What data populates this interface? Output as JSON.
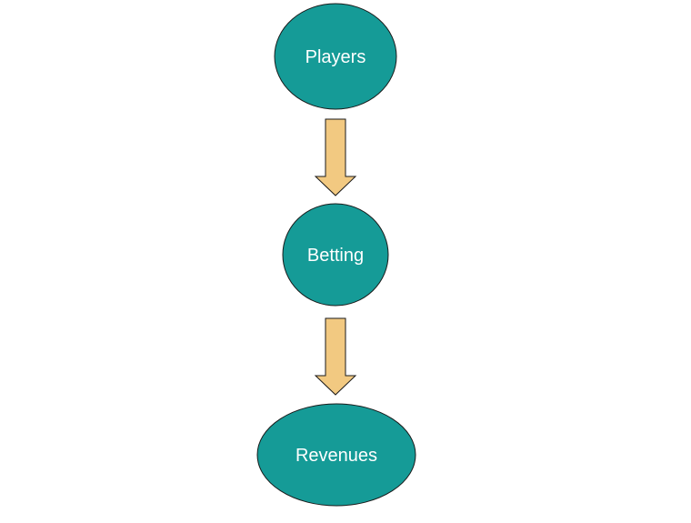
{
  "diagram": {
    "nodes": [
      {
        "label": "Players"
      },
      {
        "label": "Betting"
      },
      {
        "label": "Revenues"
      }
    ],
    "colors": {
      "node_fill": "#159b97",
      "node_stroke": "#1a1a1a",
      "arrow_fill": "#f2c981",
      "arrow_stroke": "#1a1a1a",
      "label_color": "#ffffff"
    }
  }
}
